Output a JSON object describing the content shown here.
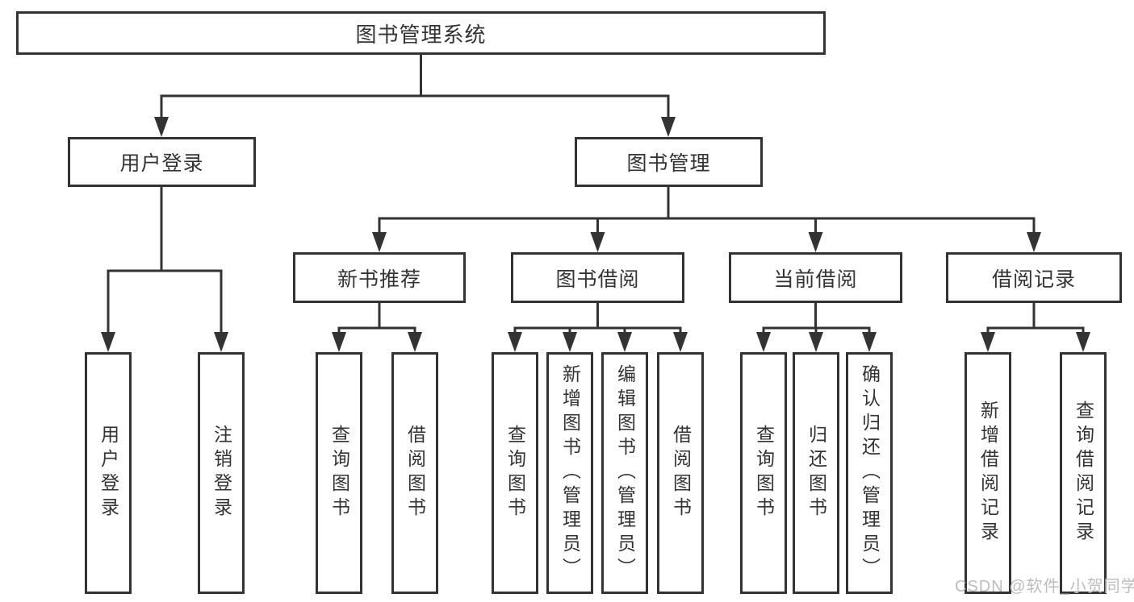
{
  "diagram": {
    "type": "tree",
    "title": "图书管理系统",
    "watermark": "CSDN @软件_小贺同学",
    "colors": {
      "line": "#333333",
      "box_border": "#333333",
      "text": "#333333",
      "background": "#ffffff",
      "watermark": "#bdbdbd"
    },
    "nodes": {
      "root": {
        "label": "图书管理系统",
        "children": [
          "user_login",
          "book_mgmt"
        ]
      },
      "user_login": {
        "label": "用户登录",
        "children": [
          "leaf_user_login",
          "leaf_logout"
        ]
      },
      "book_mgmt": {
        "label": "图书管理",
        "children": [
          "new_book_rec",
          "book_borrow",
          "current_borrow",
          "borrow_record"
        ]
      },
      "new_book_rec": {
        "label": "新书推荐",
        "children": [
          "leaf_nb_query",
          "leaf_nb_borrow"
        ]
      },
      "book_borrow": {
        "label": "图书借阅",
        "children": [
          "leaf_bb_query",
          "leaf_bb_add",
          "leaf_bb_edit",
          "leaf_bb_borrow"
        ]
      },
      "current_borrow": {
        "label": "当前借阅",
        "children": [
          "leaf_cb_query",
          "leaf_cb_return",
          "leaf_cb_confirm"
        ]
      },
      "borrow_record": {
        "label": "借阅记录",
        "children": [
          "leaf_br_add",
          "leaf_br_query"
        ]
      },
      "leaf_user_login": {
        "label": "用户登录"
      },
      "leaf_logout": {
        "label": "注销登录"
      },
      "leaf_nb_query": {
        "label": "查询图书"
      },
      "leaf_nb_borrow": {
        "label": "借阅图书"
      },
      "leaf_bb_query": {
        "label": "查询图书"
      },
      "leaf_bb_add": {
        "label": "新增图书（管理员）"
      },
      "leaf_bb_edit": {
        "label": "编辑图书（管理员）"
      },
      "leaf_bb_borrow": {
        "label": "借阅图书"
      },
      "leaf_cb_query": {
        "label": "查询图书"
      },
      "leaf_cb_return": {
        "label": "归还图书"
      },
      "leaf_cb_confirm": {
        "label": "确认归还（管理员）"
      },
      "leaf_br_add": {
        "label": "新增借阅记录"
      },
      "leaf_br_query": {
        "label": "查询借阅记录"
      }
    }
  }
}
